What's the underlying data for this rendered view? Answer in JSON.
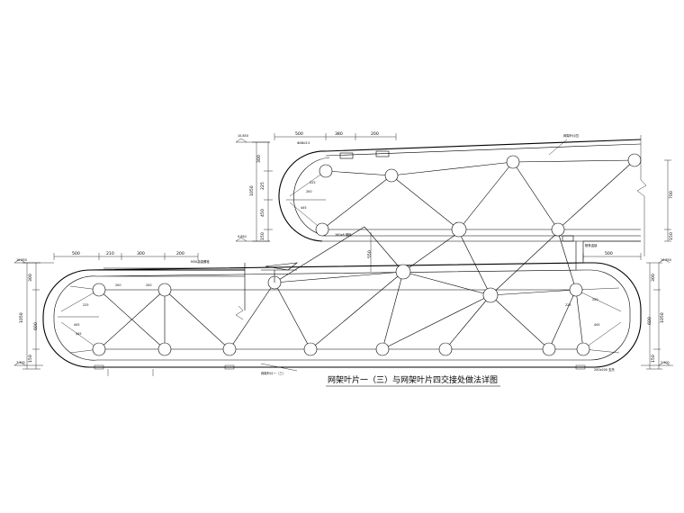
{
  "title": "网架叶片一（三）与网架叶片四交接处做法详图",
  "upper_dims_top": [
    "500",
    "380",
    "200"
  ],
  "upper_dims_left": [
    "300",
    "225",
    "1050",
    "450",
    "150"
  ],
  "upper_dims_right": [
    "700",
    "150"
  ],
  "upper_level_top": "10.850",
  "upper_level_bottom": "9.850",
  "lower_dims_top": [
    "500",
    "210",
    "300",
    "200"
  ],
  "lower_dims_right_top": "500",
  "lower_dims_left": [
    "300",
    "1050",
    "600",
    "150"
  ],
  "lower_dims_right": [
    "300",
    "1050",
    "600",
    "150"
  ],
  "center_dim": "550",
  "left_inner_dims": [
    "225",
    "445",
    "200",
    "200",
    "445"
  ],
  "right_inner_dims": [
    "225",
    "445",
    "200"
  ],
  "upper_inner_dims": [
    "225",
    "445",
    "200"
  ],
  "level_left_top": "10.850",
  "level_left_bottom": "7.500",
  "level_right_top": "10.850",
  "level_right_bottom": "7.500",
  "label_main": "网架叶片一（三）",
  "label_upper": "网架叶片四",
  "label_seal": "Φ48x3.5",
  "label_bolt": "M30高强螺栓",
  "label_plate": "160x8 钢板",
  "label_tab": "200x200 支托",
  "label_purlin": "檩条连接"
}
